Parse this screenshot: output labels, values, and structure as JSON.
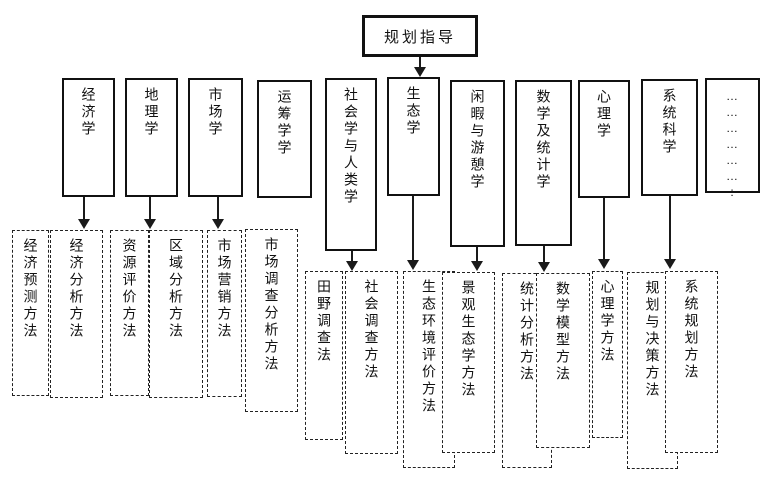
{
  "diagram": {
    "root": {
      "label": "规划指导"
    },
    "disciplines": [
      {
        "label": "经济学"
      },
      {
        "label": "地理学"
      },
      {
        "label": "市场学"
      },
      {
        "label": "运筹学学"
      },
      {
        "label": "社会学与人类学"
      },
      {
        "label": "生态学"
      },
      {
        "label": "闲暇与游憩学"
      },
      {
        "label": "数学及统计学"
      },
      {
        "label": "心理学"
      },
      {
        "label": "系统科学"
      },
      {
        "label": "…\n…\n…\n…\n…\n…\n:"
      }
    ],
    "methods": [
      {
        "label": "经济预测方法"
      },
      {
        "label": "经济分析方法"
      },
      {
        "label": "资源评价方法"
      },
      {
        "label": "区域分析方法"
      },
      {
        "label": "市场营销方法"
      },
      {
        "label": "市场调查分析方法"
      },
      {
        "label": "田野调查法"
      },
      {
        "label": "社会调查方法"
      },
      {
        "label": "生态环境评价方法"
      },
      {
        "label": "景观生态学方法"
      },
      {
        "label": "统计分析方法"
      },
      {
        "label": "数学模型方法"
      },
      {
        "label": "心理学方法"
      },
      {
        "label": "规划与决策方法"
      },
      {
        "label": "系统规划方法"
      }
    ],
    "colors": {
      "line": "#1a1a1a",
      "background": "#ffffff"
    }
  }
}
